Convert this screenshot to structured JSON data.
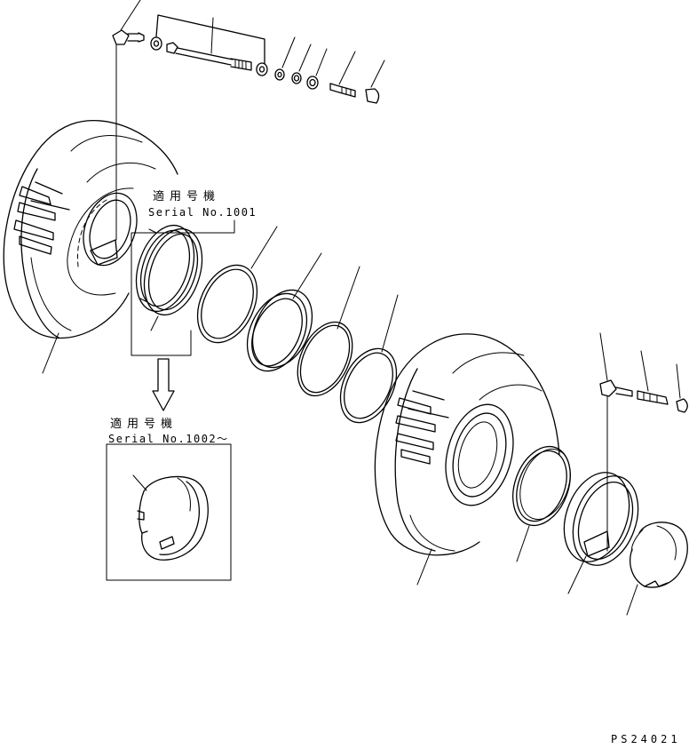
{
  "labels": {
    "serial_heading_1": "適用号機",
    "serial_1": "Serial No.1001",
    "serial_heading_2": "適用号機",
    "serial_2": "Serial No.1002〜",
    "drawing_code": "PS24021"
  }
}
